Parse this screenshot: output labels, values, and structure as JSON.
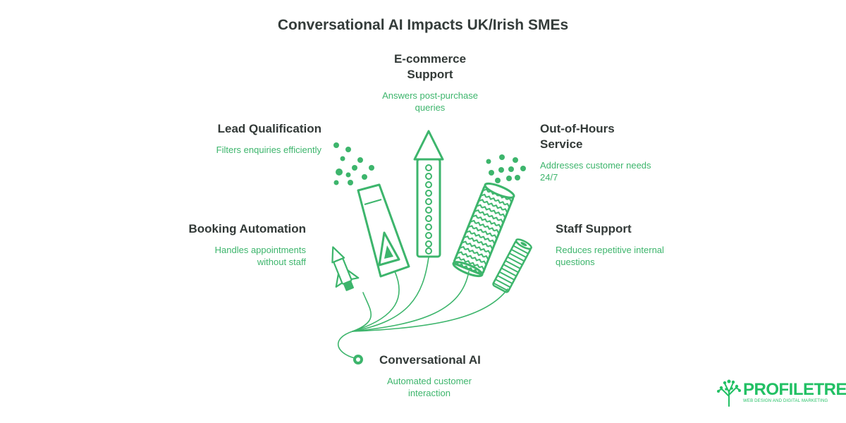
{
  "title": "Conversational AI Impacts UK/Irish SMEs",
  "colors": {
    "accent": "#3db56c",
    "heading": "#333a38",
    "logo": "#22c064"
  },
  "hub": {
    "label": "Conversational AI",
    "desc": "Automated customer interaction"
  },
  "branches": [
    {
      "id": "booking",
      "label": "Booking Automation",
      "desc": "Handles appointments without staff",
      "icon": "small-rocket-icon"
    },
    {
      "id": "lead",
      "label": "Lead Qualification",
      "desc": "Filters enquiries efficiently",
      "icon": "confetti-cannon-icon"
    },
    {
      "id": "ecommerce",
      "label": "E-commerce Support",
      "desc": "Answers post-purchase queries",
      "icon": "tall-rocket-icon"
    },
    {
      "id": "hours",
      "label": "Out-of-Hours Service",
      "desc": "Addresses customer needs 24/7",
      "icon": "zigzag-firecracker-icon"
    },
    {
      "id": "staff",
      "label": "Staff Support",
      "desc": "Reduces repetitive internal questions",
      "icon": "striped-firecracker-icon"
    }
  ],
  "logo": {
    "name": "PROFILETREE",
    "tagline": "WEB DESIGN AND DIGITAL MARKETING",
    "icon": "tree-icon"
  }
}
